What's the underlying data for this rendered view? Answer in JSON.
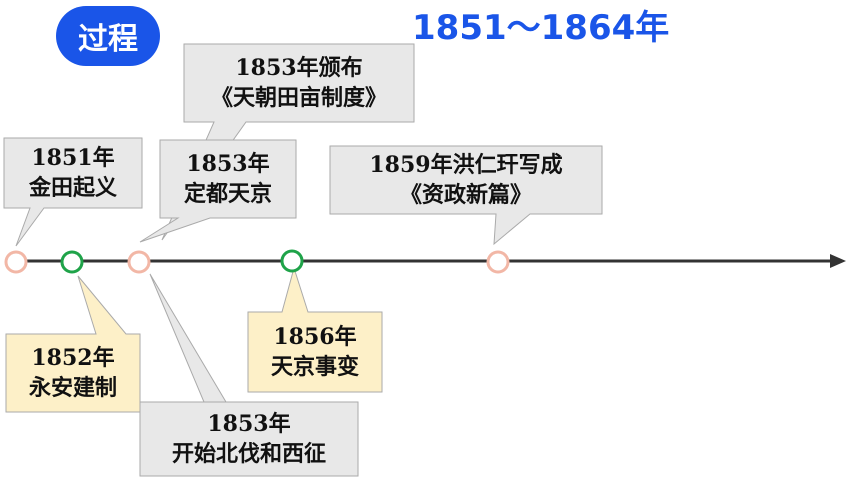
{
  "header": {
    "badge": "过程",
    "range": "1851～1864年"
  },
  "colors": {
    "accent": "#1a55e8",
    "callout_gray": "#e8e8e8",
    "callout_yellow": "#fdf0c8",
    "node_green": "#1fa349",
    "node_pink": "#f2b7a6",
    "axis": "#333333"
  },
  "events": [
    {
      "id": "e1",
      "line1": "1851年",
      "line2": "金田起义"
    },
    {
      "id": "e2",
      "line1": "1852年",
      "line2": "永安建制"
    },
    {
      "id": "e3",
      "line1": "1853年颁布",
      "line2": "《天朝田亩制度》"
    },
    {
      "id": "e4",
      "line1": "1853年",
      "line2": "定都天京"
    },
    {
      "id": "e5",
      "line1": "1853年",
      "line2": "开始北伐和西征"
    },
    {
      "id": "e6",
      "line1": "1856年",
      "line2": "天京事变"
    },
    {
      "id": "e7",
      "line1": "1859年洪仁玕写成",
      "line2": "《资政新篇》"
    }
  ]
}
